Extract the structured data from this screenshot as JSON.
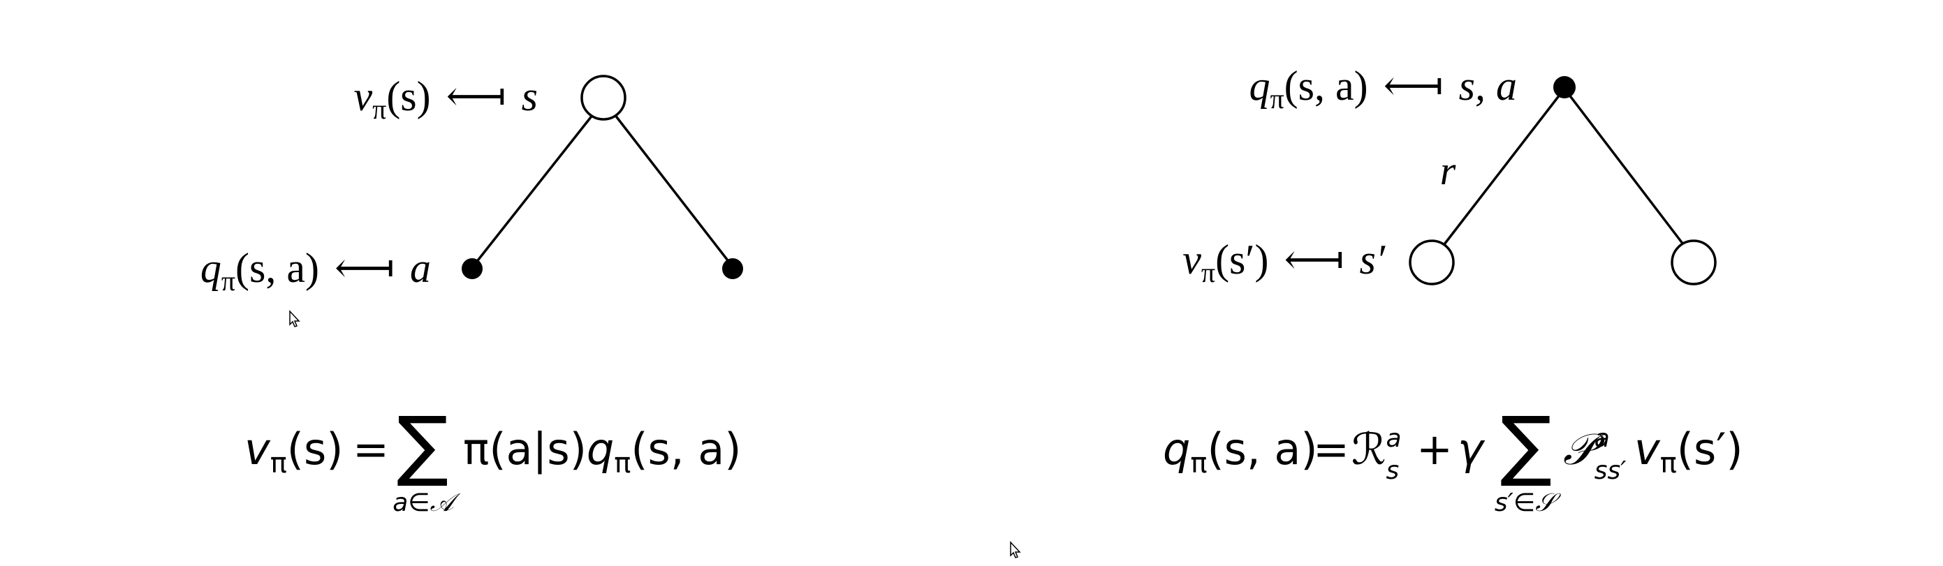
{
  "left_tree": {
    "root_label": {
      "fn": "v",
      "sub": "π",
      "args": "(s)",
      "arrow": "⟻",
      "target": "s"
    },
    "child_label": {
      "fn": "q",
      "sub": "π",
      "args": "(s, a)",
      "arrow": "⟻",
      "target": "a"
    },
    "root_node": "empty",
    "child_nodes": [
      "filled",
      "filled"
    ]
  },
  "right_tree": {
    "root_label": {
      "fn": "q",
      "sub": "π",
      "args": "(s, a)",
      "arrow": "⟻",
      "target": "s, a"
    },
    "edge_label": "r",
    "child_label": {
      "fn": "v",
      "sub": "π",
      "args": "(s′)",
      "arrow": "⟻",
      "target": "s′"
    },
    "root_node": "filled",
    "child_nodes": [
      "empty",
      "empty"
    ]
  },
  "equations": {
    "left": {
      "lhs_fn": "v",
      "lhs_sub": "π",
      "lhs_args": "(s)",
      "eq": "=",
      "sum": "∑",
      "sum_sub": "a∈𝒜",
      "term": "π(a|s)",
      "term_fn": "q",
      "term_sub": "π",
      "term_args": "(s, a)"
    },
    "right": {
      "lhs_fn": "q",
      "lhs_sub": "π",
      "lhs_args": "(s, a)",
      "eq": "=",
      "R": "ℛ",
      "R_sup": "a",
      "R_sub": "s",
      "plus": "+",
      "gamma": "γ",
      "sum": "∑",
      "sum_sub": "s′∈𝒮",
      "P": "𝒫",
      "P_sup": "a",
      "P_sub": "ss′",
      "term_fn": "v",
      "term_sub": "π",
      "term_args": "(s′)"
    }
  },
  "colors": {
    "stroke": "#000000",
    "fill": "#000000",
    "background": "#ffffff"
  },
  "icons": [
    "mouse-cursor-icon",
    "mouse-cursor-icon"
  ]
}
